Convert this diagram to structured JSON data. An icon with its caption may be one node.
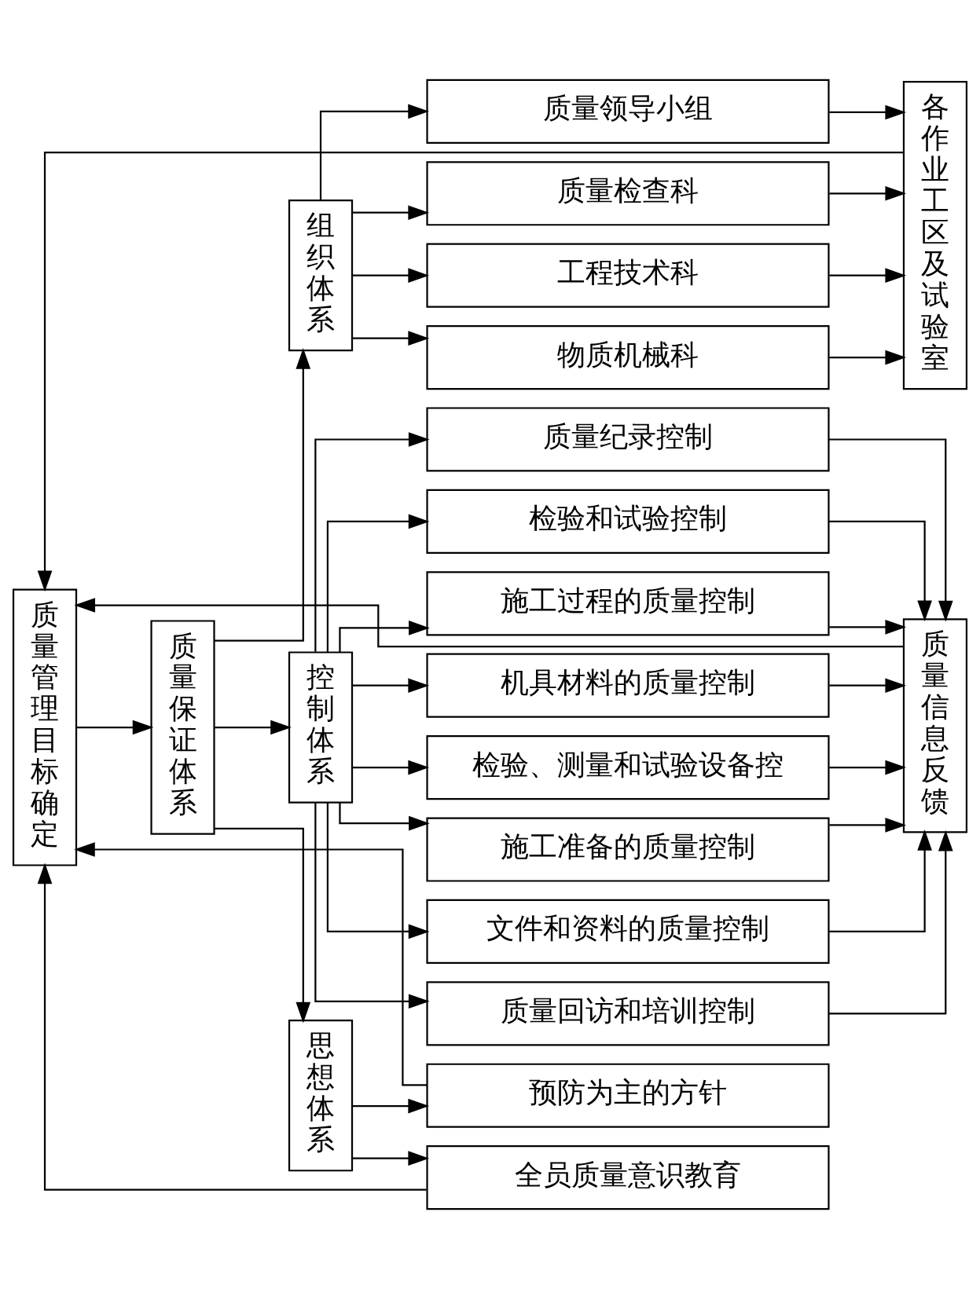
{
  "diagram": {
    "nodes": [
      {
        "text": [
          "质量管理目标确定"
        ]
      },
      {
        "text": [
          "质量保证体系"
        ]
      },
      {
        "text": [
          "组织体系"
        ]
      },
      {
        "text": [
          "质量领导小组"
        ]
      },
      {
        "text": [
          "质量检查科"
        ]
      },
      {
        "text": [
          "工程技术科"
        ]
      },
      {
        "text": [
          "物质机械科"
        ]
      },
      {
        "text": [
          "各作业工区及试验室"
        ]
      },
      {
        "text": [
          "控制体系"
        ]
      },
      {
        "text": [
          "质量纪录控制"
        ]
      },
      {
        "text": [
          "检验和试验控制"
        ]
      },
      {
        "text": [
          "施工过程的质量控制"
        ]
      },
      {
        "text": [
          "机具材料的质量控制"
        ]
      },
      {
        "text": [
          "检验、测量和试验设备控"
        ]
      },
      {
        "text": [
          "施工准备的质量控制"
        ]
      },
      {
        "text": [
          "文件和资料的质量控制"
        ]
      },
      {
        "text": [
          "质量回访和培训控制"
        ]
      },
      {
        "text": [
          "质量信息反馈"
        ]
      },
      {
        "text": [
          "思想体系"
        ]
      },
      {
        "text": [
          "预防为主的方针"
        ]
      },
      {
        "text": [
          "全员质量意识教育"
        ]
      }
    ],
    "edges": [
      {
        "from": 0,
        "to": 1,
        "arrow": "to"
      },
      {
        "from": 1,
        "to": 2,
        "arrow": "to"
      },
      {
        "from": 1,
        "to": 8,
        "arrow": "to"
      },
      {
        "from": 1,
        "to": 18,
        "arrow": "to"
      },
      {
        "from": 2,
        "to": 3,
        "arrow": "to"
      },
      {
        "from": 2,
        "to": 4,
        "arrow": "to"
      },
      {
        "from": 2,
        "to": 5,
        "arrow": "to"
      },
      {
        "from": 2,
        "to": 6,
        "arrow": "to"
      },
      {
        "from": 3,
        "to": 7,
        "arrow": "to"
      },
      {
        "from": 4,
        "to": 7,
        "arrow": "to"
      },
      {
        "from": 5,
        "to": 7,
        "arrow": "to"
      },
      {
        "from": 6,
        "to": 7,
        "arrow": "to"
      },
      {
        "from": 8,
        "to": 9,
        "arrow": "to"
      },
      {
        "from": 8,
        "to": 10,
        "arrow": "to"
      },
      {
        "from": 8,
        "to": 11,
        "arrow": "to"
      },
      {
        "from": 8,
        "to": 12,
        "arrow": "to"
      },
      {
        "from": 8,
        "to": 13,
        "arrow": "to"
      },
      {
        "from": 8,
        "to": 14,
        "arrow": "to"
      },
      {
        "from": 8,
        "to": 15,
        "arrow": "to"
      },
      {
        "from": 8,
        "to": 16,
        "arrow": "to"
      },
      {
        "from": 9,
        "to": 17,
        "arrow": "to"
      },
      {
        "from": 10,
        "to": 17,
        "arrow": "to"
      },
      {
        "from": 11,
        "to": 17,
        "arrow": "to"
      },
      {
        "from": 12,
        "to": 17,
        "arrow": "to"
      },
      {
        "from": 13,
        "to": 17,
        "arrow": "to"
      },
      {
        "from": 14,
        "to": 17,
        "arrow": "to"
      },
      {
        "from": 15,
        "to": 17,
        "arrow": "to"
      },
      {
        "from": 16,
        "to": 17,
        "arrow": "to"
      },
      {
        "from": 18,
        "to": 19,
        "arrow": "to"
      },
      {
        "from": 18,
        "to": 20,
        "arrow": "to"
      },
      {
        "from": 19,
        "to": 0,
        "arrow": "to"
      },
      {
        "from": 20,
        "to": 0,
        "arrow": "to"
      },
      {
        "from": 7,
        "to": 0,
        "arrow": "to"
      },
      {
        "from": 17,
        "to": 0,
        "arrow": "to"
      }
    ]
  }
}
